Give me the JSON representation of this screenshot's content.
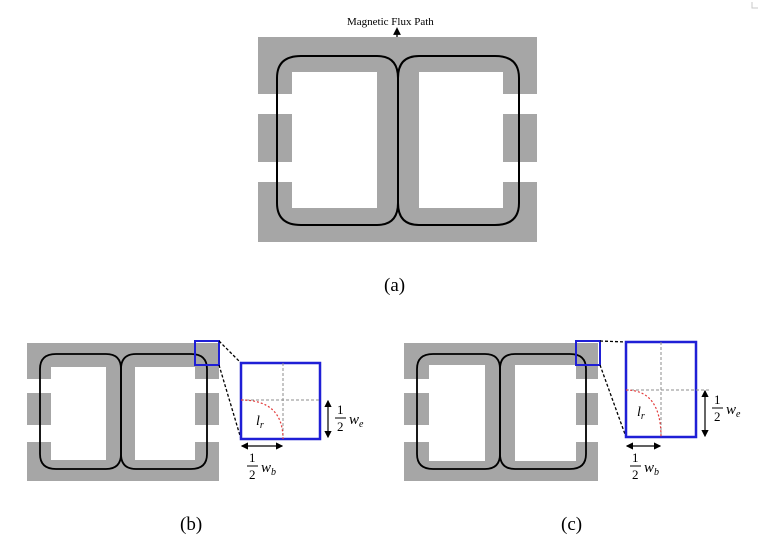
{
  "figure_a": {
    "title": "Magnetic Flux Path",
    "caption": "(a)"
  },
  "figure_b": {
    "caption": "(b)",
    "labels": {
      "lr": "l",
      "lr_sub": "r",
      "we_frac_num": "1",
      "we_frac_den": "2",
      "we": "w",
      "we_sub": "e",
      "wb_frac_num": "1",
      "wb_frac_den": "2",
      "wb": "w",
      "wb_sub": "b"
    }
  },
  "figure_c": {
    "caption": "(c)",
    "labels": {
      "lr": "l",
      "lr_sub": "r",
      "we_frac_num": "1",
      "we_frac_den": "2",
      "we": "w",
      "we_sub": "e",
      "wb_frac_num": "1",
      "wb_frac_den": "2",
      "wb": "w",
      "wb_sub": "b"
    }
  },
  "colors": {
    "core": "#a6a6a6",
    "flux_path": "#000000",
    "zoom_box": "#1f1fd6",
    "dashed_guide": "#8c8c8c",
    "radius_arc": "#e23b3b"
  }
}
